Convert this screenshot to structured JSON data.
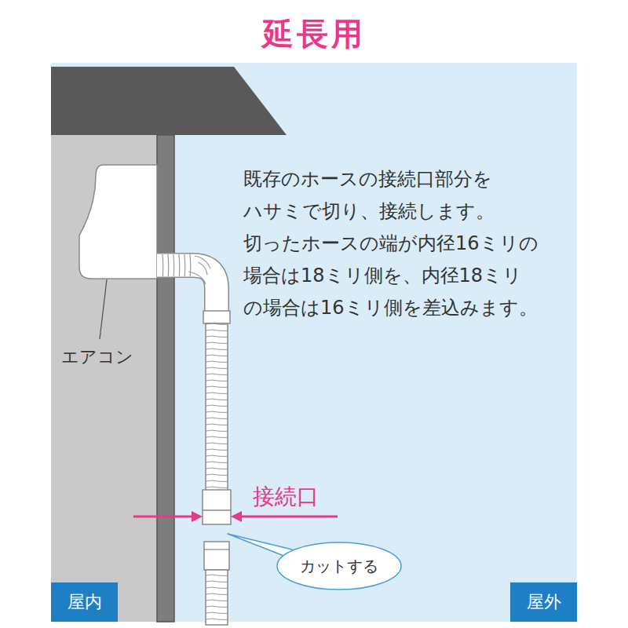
{
  "diagram": {
    "title": "延長用",
    "nodes": [
      {
        "text": [
          "カットする"
        ]
      },
      {
        "text": [
          "屋内"
        ]
      },
      {
        "text": [
          "屋外"
        ]
      }
    ],
    "labels": [
      "既存のホースの接続口部分を ハサミで切り、接続します。 切ったホースの端が内径16ミリの 場合は18ミリ側を、内径18ミリ の場合は16ミリ側を差込みます。",
      "エアコン",
      "接続口"
    ]
  }
}
